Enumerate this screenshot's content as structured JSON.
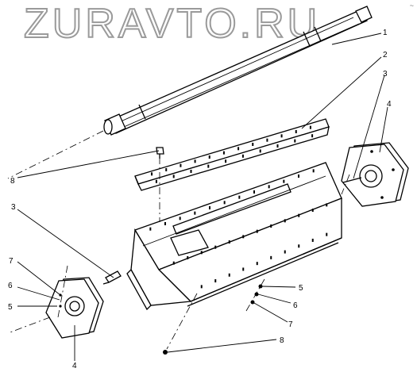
{
  "watermark": "ZURAVTO.RU",
  "corner_mark": "~",
  "callouts": {
    "c1": "1",
    "c2": "2",
    "c3_right": "3",
    "c4_right": "4",
    "c8_top": "8",
    "c3_left": "3",
    "c7_left": "7",
    "c6_left": "6",
    "c5_left": "5",
    "c4_bottom": "4",
    "c5_right": "5",
    "c6_right": "6",
    "c7_right": "7",
    "c8_bottom": "8"
  }
}
